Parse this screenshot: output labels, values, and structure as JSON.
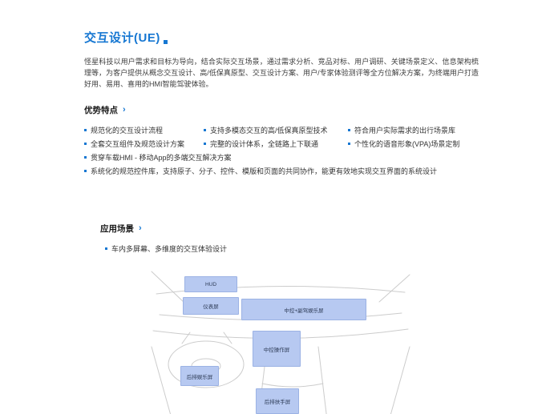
{
  "page": {
    "title": "交互设计(UE)",
    "intro": "怪星科技以用户需求和目标为导向，结合实际交互场景，通过需求分析、竞品对标、用户调研、关键场景定义、信息架构梳理等，为客户提供从概念交互设计、高/低保真原型、交互设计方案、用户/专家体验测评等全方位解决方案，为终端用户打造好用、易用、喜用的HMI智能驾驶体验。"
  },
  "advantages": {
    "heading": "优势特点",
    "arrow": "›",
    "grid": [
      {
        "text": "规范化的交互设计流程"
      },
      {
        "text": "支持多模态交互的高/低保真原型技术"
      },
      {
        "text": "符合用户实际需求的出行场景库"
      },
      {
        "text": "全套交互组件及规范设计方案"
      },
      {
        "text": "完整的设计体系，全链路上下联通"
      },
      {
        "text": "个性化的语音形象(VPA)场景定制"
      }
    ],
    "full_items": [
      {
        "text": "贯穿车载HMI - 移动App的多端交互解决方案"
      },
      {
        "text": "系统化的规范控件库，支持原子、分子、控件、模版和页面的共同协作，能更有效地实现交互界面的系统设计"
      }
    ]
  },
  "scenarios": {
    "heading": "应用场景",
    "arrow": "›",
    "items": [
      {
        "text": "车内多屏幕、多维度的交互体验设计"
      }
    ]
  },
  "illustration": {
    "screens": [
      {
        "id": "hud",
        "label": "HUD"
      },
      {
        "id": "instrument",
        "label": "仪表屏"
      },
      {
        "id": "center-passenger",
        "label": "中控+副驾娱乐屏"
      },
      {
        "id": "center-control",
        "label": "中控操作屏"
      },
      {
        "id": "rear-entertainment",
        "label": "后排娱乐屏"
      },
      {
        "id": "rear-armrest",
        "label": "后排扶手屏"
      }
    ]
  },
  "colors": {
    "accent": "#1677d2",
    "screen_fill": "#b7c9f1",
    "screen_border": "#9bb2e4",
    "sketch_line": "#cccccc"
  }
}
